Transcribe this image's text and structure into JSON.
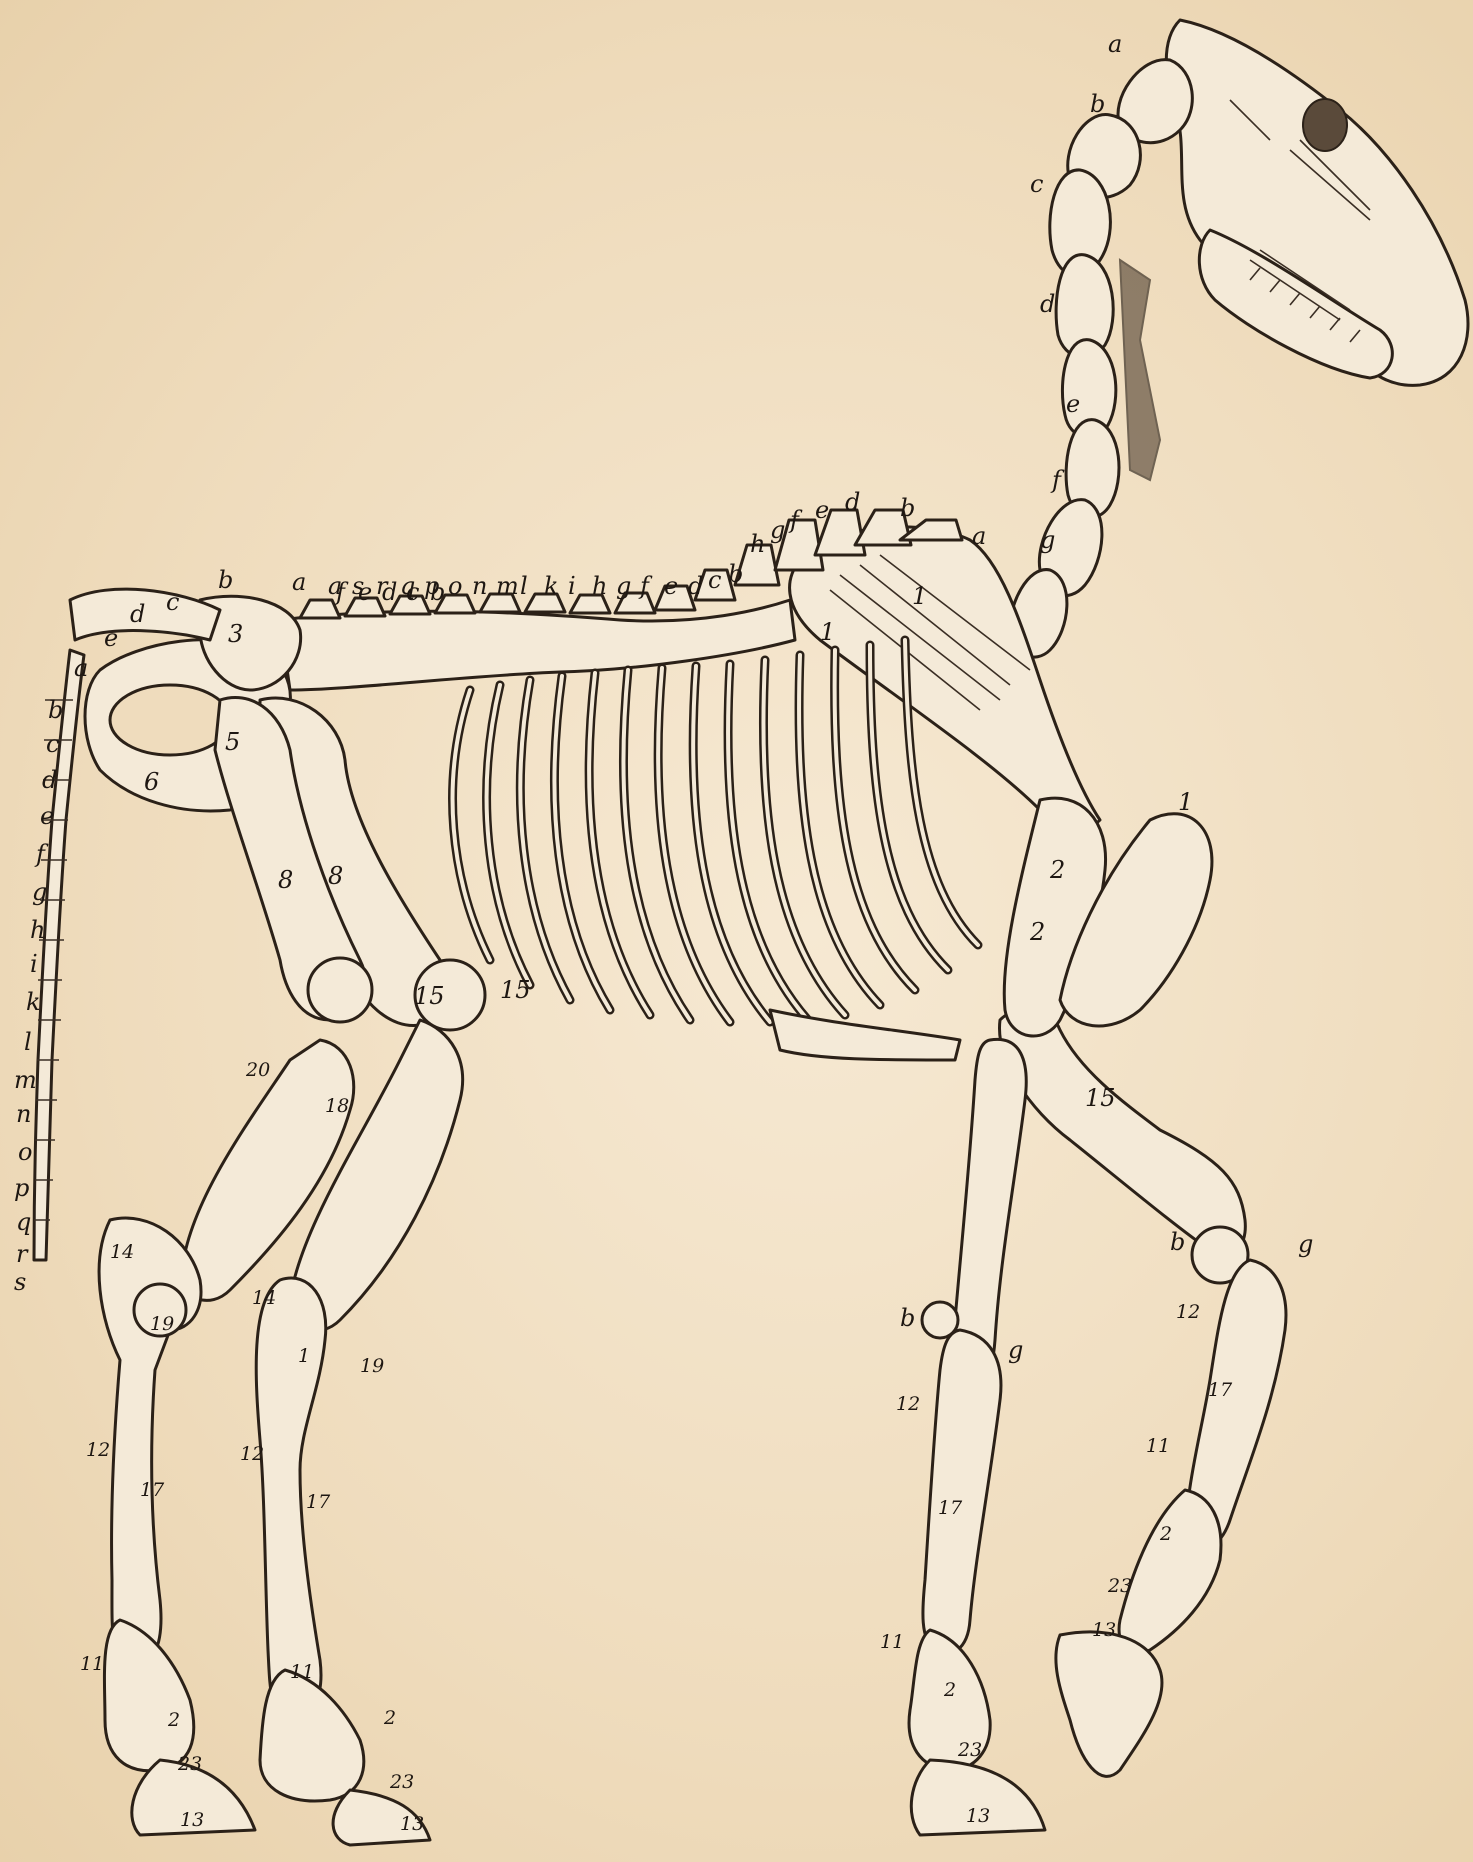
{
  "head": [
    "a",
    "b",
    "c",
    "d",
    "e",
    "f",
    "g"
  ],
  "tail": [
    "a",
    "b",
    "c",
    "d",
    "e",
    "f",
    "g",
    "h",
    "i",
    "k",
    "l",
    "m",
    "n",
    "o",
    "p",
    "q",
    "r",
    "s"
  ],
  "sacrum": [
    "a",
    "b",
    "c",
    "d",
    "e"
  ],
  "lumbar": [
    "a",
    "f",
    "e",
    "d",
    "c",
    "b"
  ],
  "dorsal": [
    "a",
    "s",
    "r",
    "q",
    "p",
    "o",
    "n",
    "m",
    "l",
    "k",
    "i",
    "h",
    "g",
    "f",
    "e",
    "d",
    "c",
    "b"
  ],
  "withers_a": "a",
  "numbers": {
    "n1": "1",
    "n1b": "1",
    "n1c": "1",
    "n2": "2",
    "n2b": "2",
    "n3": "3",
    "n5": "5",
    "n6": "6",
    "n8": "8",
    "n8b": "8",
    "n15a": "15",
    "n15b": "15",
    "n15c": "15",
    "n20": "20",
    "n18": "18",
    "n14a": "14",
    "n14b": "14",
    "n19a": "19",
    "n19b": "19",
    "n1d": "1",
    "n12a": "12",
    "n12b": "12",
    "n12c": "12",
    "n12d": "12",
    "n17a": "17",
    "n17b": "17",
    "n17c": "17",
    "n17d": "17",
    "n11a": "11",
    "n11b": "11",
    "n11c": "11",
    "n11d": "11",
    "n2c": "2",
    "n2d": "2",
    "n2e": "2",
    "n2f": "2",
    "n23a": "23",
    "n23b": "23",
    "n23c": "23",
    "n23d": "23",
    "n13a": "13",
    "n13b": "13",
    "n13c": "13",
    "n13d": "13",
    "b_fore1": "b",
    "g_fore1": "g",
    "b_fore2": "b",
    "g_fore2": "g"
  }
}
